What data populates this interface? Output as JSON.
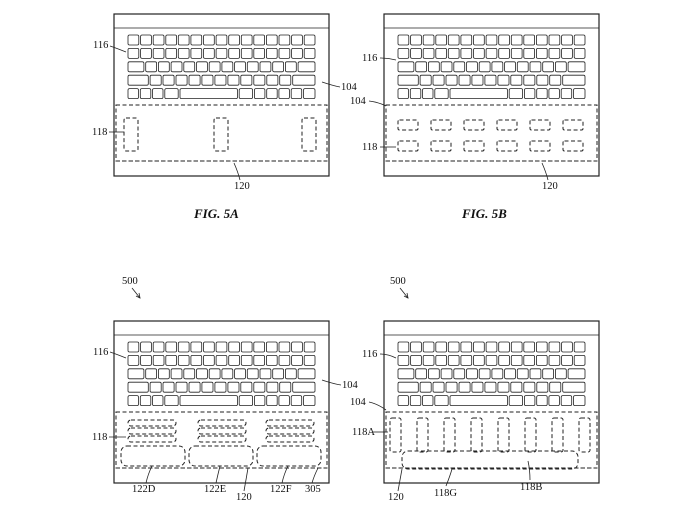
{
  "captions": {
    "fig5a": "FIG. 5A",
    "fig5b": "FIG. 5B"
  },
  "labels": {
    "a_116": "116",
    "a_104": "104",
    "a_118": "118",
    "a_120": "120",
    "b_116": "116",
    "b_104": "104",
    "b_118": "118",
    "b_120": "120",
    "c_500": "500",
    "c_116": "116",
    "c_104": "104",
    "c_118": "118",
    "c_122D": "122D",
    "c_122E": "122E",
    "c_120": "120",
    "c_122F": "122F",
    "c_305": "305",
    "d_500": "500",
    "d_116": "116",
    "d_104": "104",
    "d_118A": "118A",
    "d_120": "120",
    "d_118G": "118G",
    "d_118B": "118B"
  }
}
